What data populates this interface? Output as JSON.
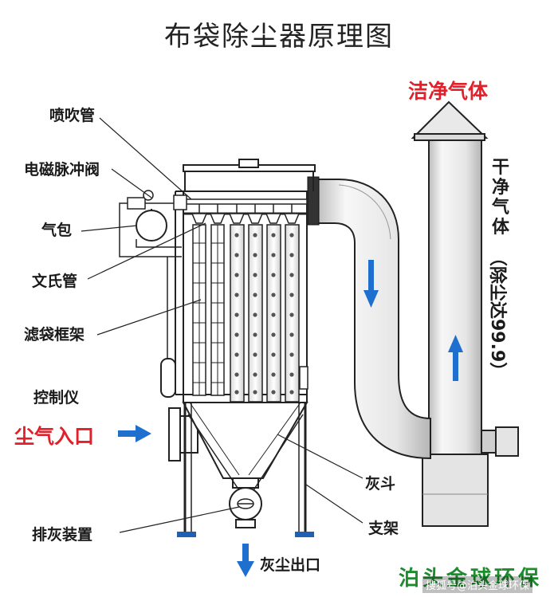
{
  "title": "布袋除尘器原理图",
  "labels": {
    "nozzle_pipe": "喷吹管",
    "pulse_valve": "电磁脉冲阀",
    "air_bag": "气包",
    "venturi": "文氏管",
    "bag_cage": "滤袋框架",
    "controller": "控制仪",
    "dust_inlet": "尘气入口",
    "hopper": "灰斗",
    "support": "支架",
    "ash_discharge": "排灰装置",
    "dust_outlet": "灰尘出口",
    "clean_gas": "洁净气体",
    "dry_clean_gas": "干净气体",
    "dust_removal_rate": "（除尘达99.9）"
  },
  "brand": "泊头金球环保",
  "watermark": "搜狐号@泊头金球环保",
  "colors": {
    "arrow_blue": "#1f6fcf",
    "highlight_red": "#e0202a",
    "brand_green": "#1c8c2c",
    "line": "#222222",
    "pipe_light": "#f4f4f4",
    "pipe_shade": "#c9c9c9"
  }
}
